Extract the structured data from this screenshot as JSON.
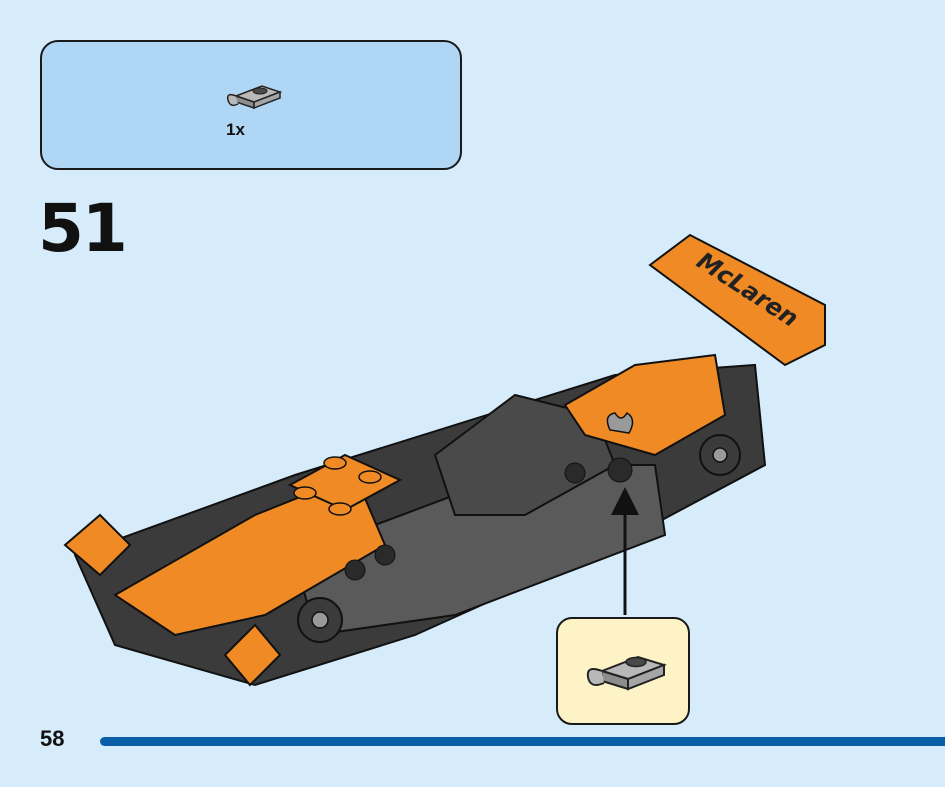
{
  "parts_list": {
    "items": [
      {
        "part": "plate-1x1-clip-icon",
        "quantity": "1x"
      }
    ]
  },
  "step": {
    "number": "51"
  },
  "model": {
    "brand_text": "McLaren"
  },
  "page": {
    "number": "58"
  },
  "colors": {
    "background": "#d6ecfb",
    "parts_box": "#b0d6f5",
    "callout_box": "#fdf3c7",
    "orange": "#f08a24",
    "dark_gray": "#3b3b3b",
    "light_gray": "#9a9a9a",
    "page_rule": "#0a5ea8"
  }
}
